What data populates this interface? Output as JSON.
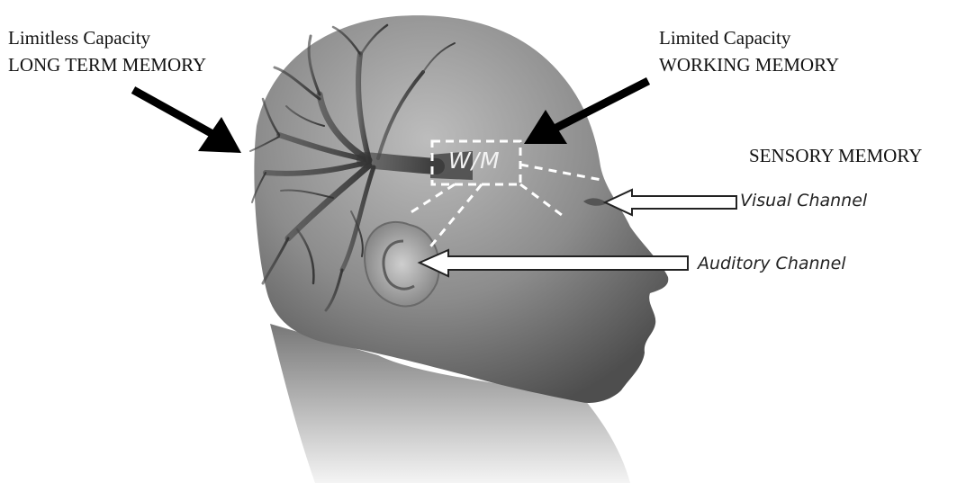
{
  "long_term": {
    "line1": "Limitless Capacity",
    "line2": "LONG TERM MEMORY"
  },
  "working": {
    "line1": "Limited Capacity",
    "line2": "WORKING MEMORY",
    "box_label": "W/M"
  },
  "sensory": {
    "title": "SENSORY MEMORY",
    "visual": "Visual Channel",
    "auditory": "Auditory Channel"
  },
  "colors": {
    "background": "#ffffff",
    "head": "#8a8a8a",
    "tree": "#3d3d3d",
    "dashes": "#ffffff",
    "arrows": "#000000"
  }
}
